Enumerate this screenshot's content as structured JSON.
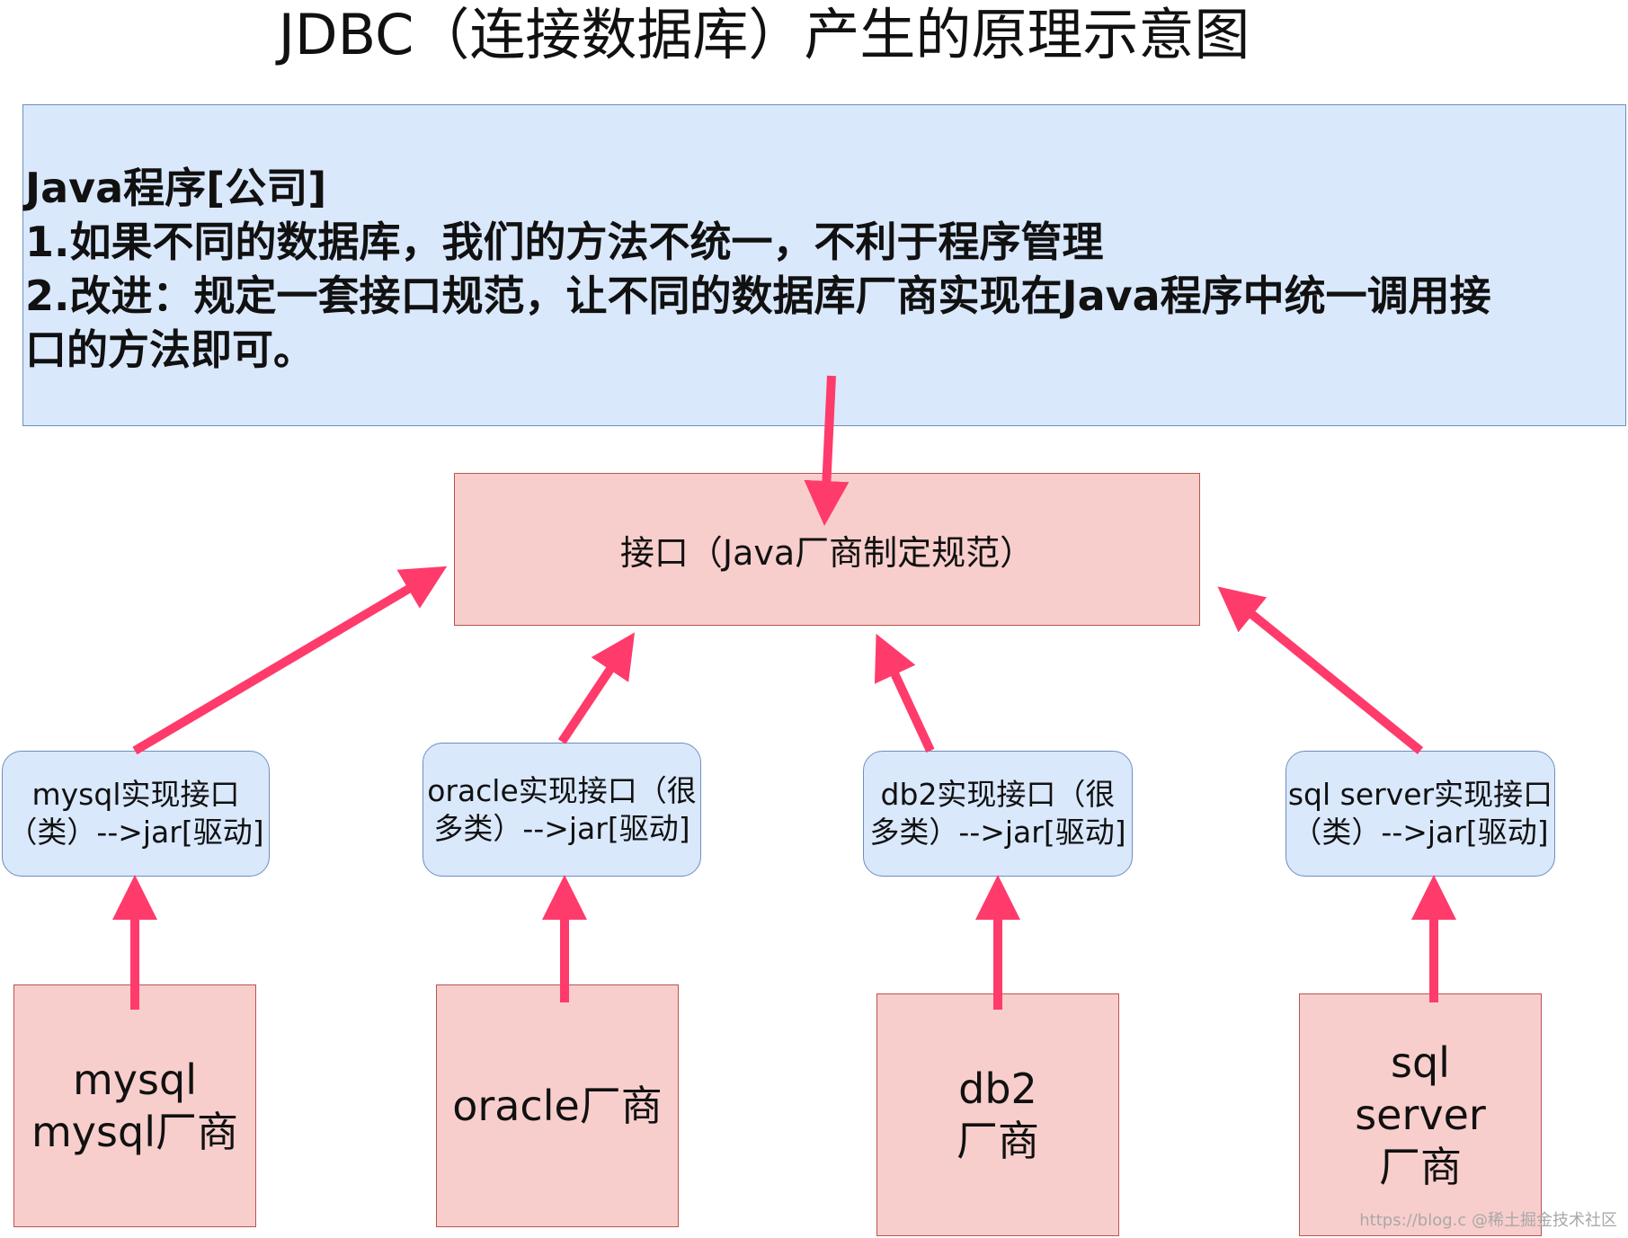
{
  "title": "JDBC（连接数据库）产生的原理示意图",
  "java_program": {
    "lines": [
      "Java程序[公司]",
      "1.如果不同的数据库，我们的方法不统一，不利于程序管理",
      "2.改进：规定一套接口规范，让不同的数据库厂商实现在Java程序中统一调用接",
      "口的方法即可。"
    ]
  },
  "interface": {
    "label": "接口（Java厂商制定规范）"
  },
  "implementations": [
    {
      "line1": "mysql实现接口",
      "line2": "（类）-->jar[驱动]"
    },
    {
      "line1": "oracle实现接口（很",
      "line2": "多类）-->jar[驱动]"
    },
    {
      "line1": "db2实现接口（很",
      "line2": "多类）-->jar[驱动]"
    },
    {
      "line1": "sql server实现接口",
      "line2": "（类）-->jar[驱动]"
    }
  ],
  "vendors": [
    {
      "lines": [
        "mysql",
        "mysql厂商"
      ]
    },
    {
      "lines": [
        "oracle厂商"
      ]
    },
    {
      "lines": [
        "db2",
        "厂商"
      ]
    },
    {
      "lines": [
        "sql",
        "server",
        "厂商"
      ]
    }
  ],
  "watermark": "https://blog.c @稀土掘金技术社区",
  "colors": {
    "blue_fill": "#dae8fc",
    "blue_border": "#6c8ebf",
    "red_fill": "#f8cecc",
    "red_border": "#b85450",
    "arrow": "#ff3b6b"
  }
}
